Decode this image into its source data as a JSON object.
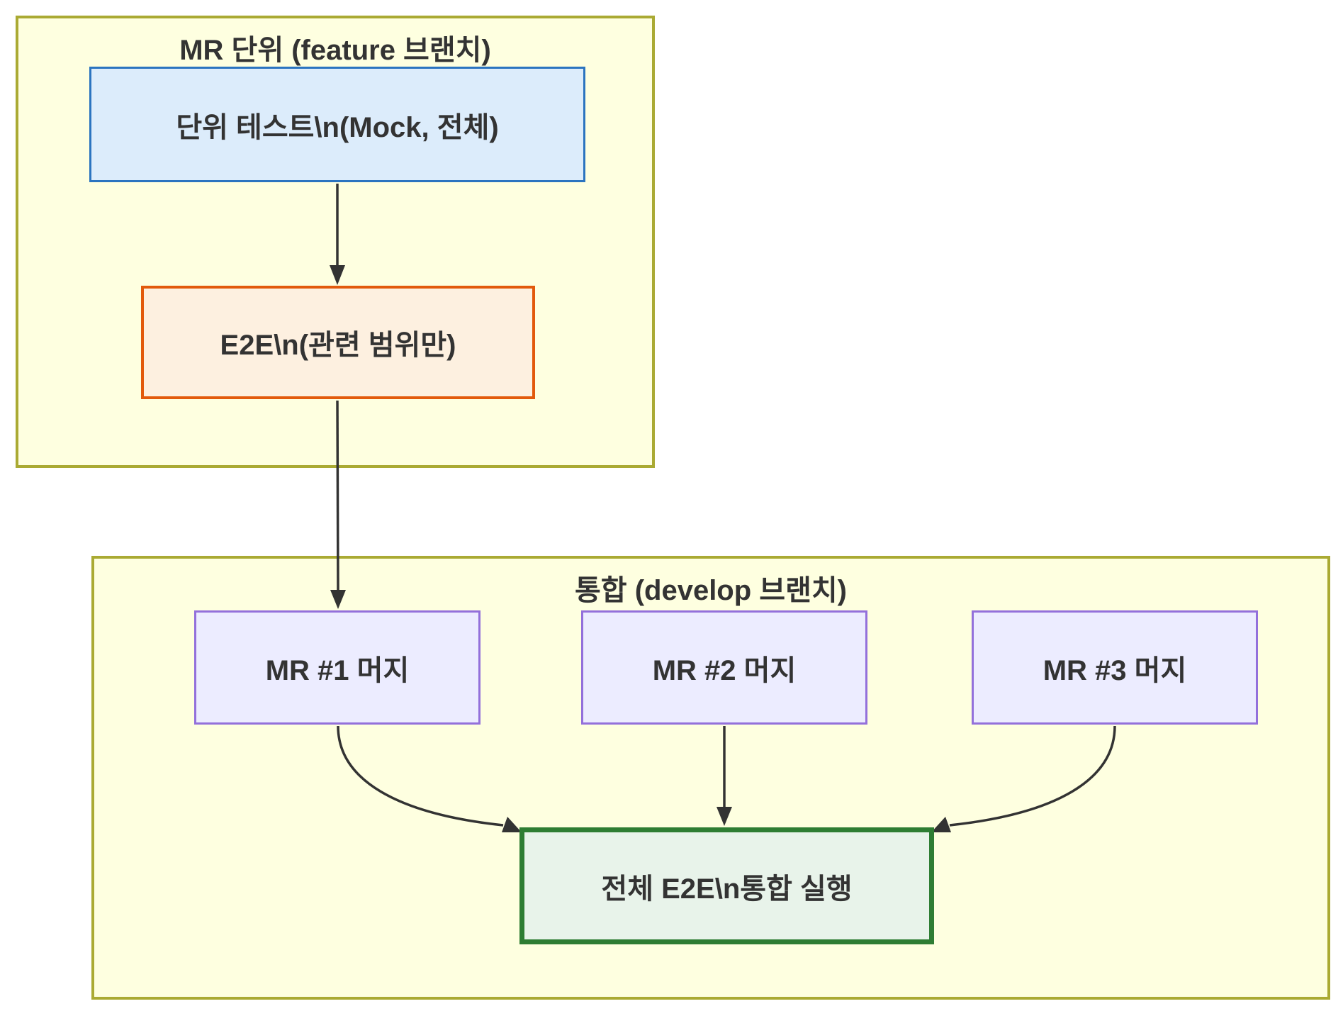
{
  "diagram": {
    "type": "flowchart",
    "direction": "top-to-bottom",
    "background_color": "#ffffff",
    "arrow_color": "#333333",
    "text_color": "#333333",
    "subgraphs": [
      {
        "title": "MR 단위 (feature 브랜치)",
        "fill": "#feffe0",
        "border_color": "#aaaa33",
        "contains": [
          "unit_test",
          "e2e_scoped"
        ]
      },
      {
        "title": "통합 (develop 브랜치)",
        "fill": "#feffe0",
        "border_color": "#aaaa33",
        "contains": [
          "mr1",
          "mr2",
          "mr3",
          "full_e2e"
        ]
      }
    ],
    "nodes": [
      {
        "id": "unit_test",
        "label": "단위 테스트\\n(Mock, 전체)",
        "fill": "#dcecfb",
        "border_color": "#2b74c0"
      },
      {
        "id": "e2e_scoped",
        "label": "E2E\\n(관련 범위만)",
        "fill": "#fdf0e0",
        "border_color": "#e25a0c"
      },
      {
        "id": "mr1",
        "label": "MR #1 머지",
        "fill": "#ececff",
        "border_color": "#9370db"
      },
      {
        "id": "mr2",
        "label": "MR #2 머지",
        "fill": "#ececff",
        "border_color": "#9370db"
      },
      {
        "id": "mr3",
        "label": "MR #3 머지",
        "fill": "#ececff",
        "border_color": "#9370db"
      },
      {
        "id": "full_e2e",
        "label": "전체 E2E\\n통합 실행",
        "fill": "#e8f3ea",
        "border_color": "#2e7d33"
      }
    ],
    "edges": [
      {
        "from": "unit_test",
        "to": "e2e_scoped"
      },
      {
        "from": "e2e_scoped",
        "to": "mr1"
      },
      {
        "from": "mr1",
        "to": "full_e2e"
      },
      {
        "from": "mr2",
        "to": "full_e2e"
      },
      {
        "from": "mr3",
        "to": "full_e2e"
      }
    ]
  }
}
